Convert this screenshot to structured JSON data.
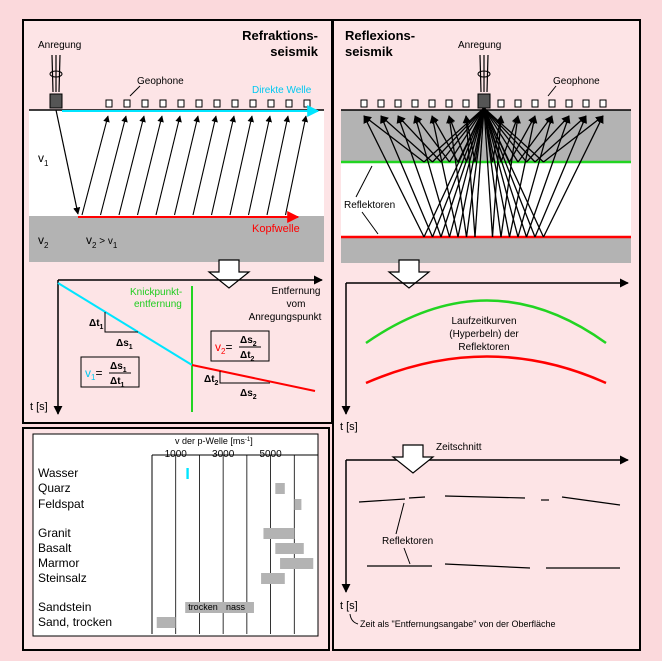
{
  "colors": {
    "background": "#fbd9dc",
    "panel": "#fde4e6",
    "gray_layer": "#b3b3b3",
    "direct_wave": "#00e5ff",
    "head_wave": "#ff0000",
    "green": "#22d422",
    "reflector_red": "#ff0000",
    "knick_label": "#1fcc1f"
  },
  "refraction": {
    "title_line1": "Refraktions-",
    "title_line2": "seismik",
    "source_label": "Anregung",
    "geophone_label": "Geophone",
    "direct_wave_label": "Direkte Welle",
    "v1_sym": "v",
    "v1_sub": "1",
    "v2_sym": "v",
    "v2_sub": "2",
    "v2_gt_prefix": "v",
    "v2_gt_sub": "2",
    "v2_gt_mid": " > v",
    "v2_gt_sub2": "1",
    "head_wave_label": "Kopfwelle",
    "distance_label_1": "Entfernung",
    "distance_label_2": "vom",
    "distance_label_3": "Anregungspunkt",
    "knick_label_1": "Knickpunkt-",
    "knick_label_2": "entfernung",
    "dt1": "Δt",
    "dt1_sub": "1",
    "ds1": "Δs",
    "ds1_sub": "1",
    "dt2": "Δt",
    "dt2_sub": "2",
    "ds2": "Δs",
    "ds2_sub": "2",
    "formula_v1_lhs": "v",
    "formula_v1_lhs_sub": "1",
    "formula_v1_num": "Δs",
    "formula_v1_num_sub": "1",
    "formula_v1_den": "Δt",
    "formula_v1_den_sub": "1",
    "formula_v2_lhs": "v",
    "formula_v2_lhs_sub": "2",
    "formula_v2_num": "Δs",
    "formula_v2_num_sub": "2",
    "formula_v2_den": "Δt",
    "formula_v2_den_sub": "2",
    "equals": "=",
    "t_axis": "t [s]"
  },
  "reflection": {
    "title_line1": "Reflexions-",
    "title_line2": "seismik",
    "source_label": "Anregung",
    "geophone_label": "Geophone",
    "reflector_label": "Reflektoren",
    "traveltime_1": "Laufzeitkurven",
    "traveltime_2": "(Hyperbeln) der",
    "traveltime_3": "Reflektoren",
    "t_axis": "t [s]",
    "zeitschnitt": "Zeitschnitt",
    "reflector_label_2": "Reflektoren",
    "t_axis_2": "t [s]",
    "bottom_caption": "Zeit als \"Entfernungsangabe\" von der Oberfläche"
  },
  "velocity_table": {
    "header": "v der p-Welle [ms",
    "header_sup": "-1",
    "header_close": "]",
    "ticks": [
      "1000",
      "3000",
      "5000"
    ],
    "rows": [
      {
        "label": "Wasser",
        "min": 1450,
        "max": 1550,
        "color": "#00e5ff"
      },
      {
        "label": "Quarz",
        "min": 5200,
        "max": 5600,
        "color": "#b3b3b3"
      },
      {
        "label": "Feldspat",
        "min": 6000,
        "max": 6300,
        "color": "#b3b3b3"
      },
      {
        "label": "Granit",
        "min": 4700,
        "max": 6000,
        "color": "#b3b3b3"
      },
      {
        "label": "Basalt",
        "min": 5200,
        "max": 6400,
        "color": "#b3b3b3"
      },
      {
        "label": "Marmor",
        "min": 5400,
        "max": 6800,
        "color": "#b3b3b3"
      },
      {
        "label": "Steinsalz",
        "min": 4600,
        "max": 5600,
        "color": "#b3b3b3"
      },
      {
        "label": "Sandstein",
        "min": 1400,
        "max": 4300,
        "color": "#b3b3b3",
        "note_left": "trocken",
        "note_right": "nass"
      },
      {
        "label": "Sand, trocken",
        "min": 200,
        "max": 1000,
        "color": "#b3b3b3"
      }
    ]
  }
}
